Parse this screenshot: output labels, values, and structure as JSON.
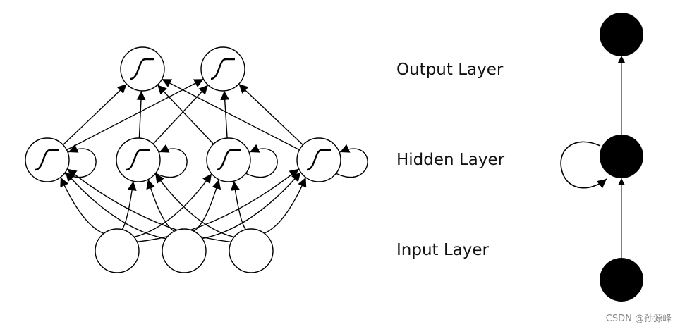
{
  "labels": {
    "output_layer": "Output Layer",
    "hidden_layer": "Hidden Layer",
    "input_layer": "Input Layer"
  },
  "network": {
    "output_units": 2,
    "hidden_units": 4,
    "input_units": 3,
    "activation_icon": "sigmoid-icon"
  },
  "compact_view": {
    "layers": [
      "output",
      "hidden",
      "input"
    ],
    "hidden_self_loop": true
  },
  "watermark": "CSDN @孙源峰",
  "colors": {
    "stroke": "#000000",
    "node_fill": "#ffffff",
    "compact_node_fill": "#000000",
    "background": "#ffffff"
  }
}
